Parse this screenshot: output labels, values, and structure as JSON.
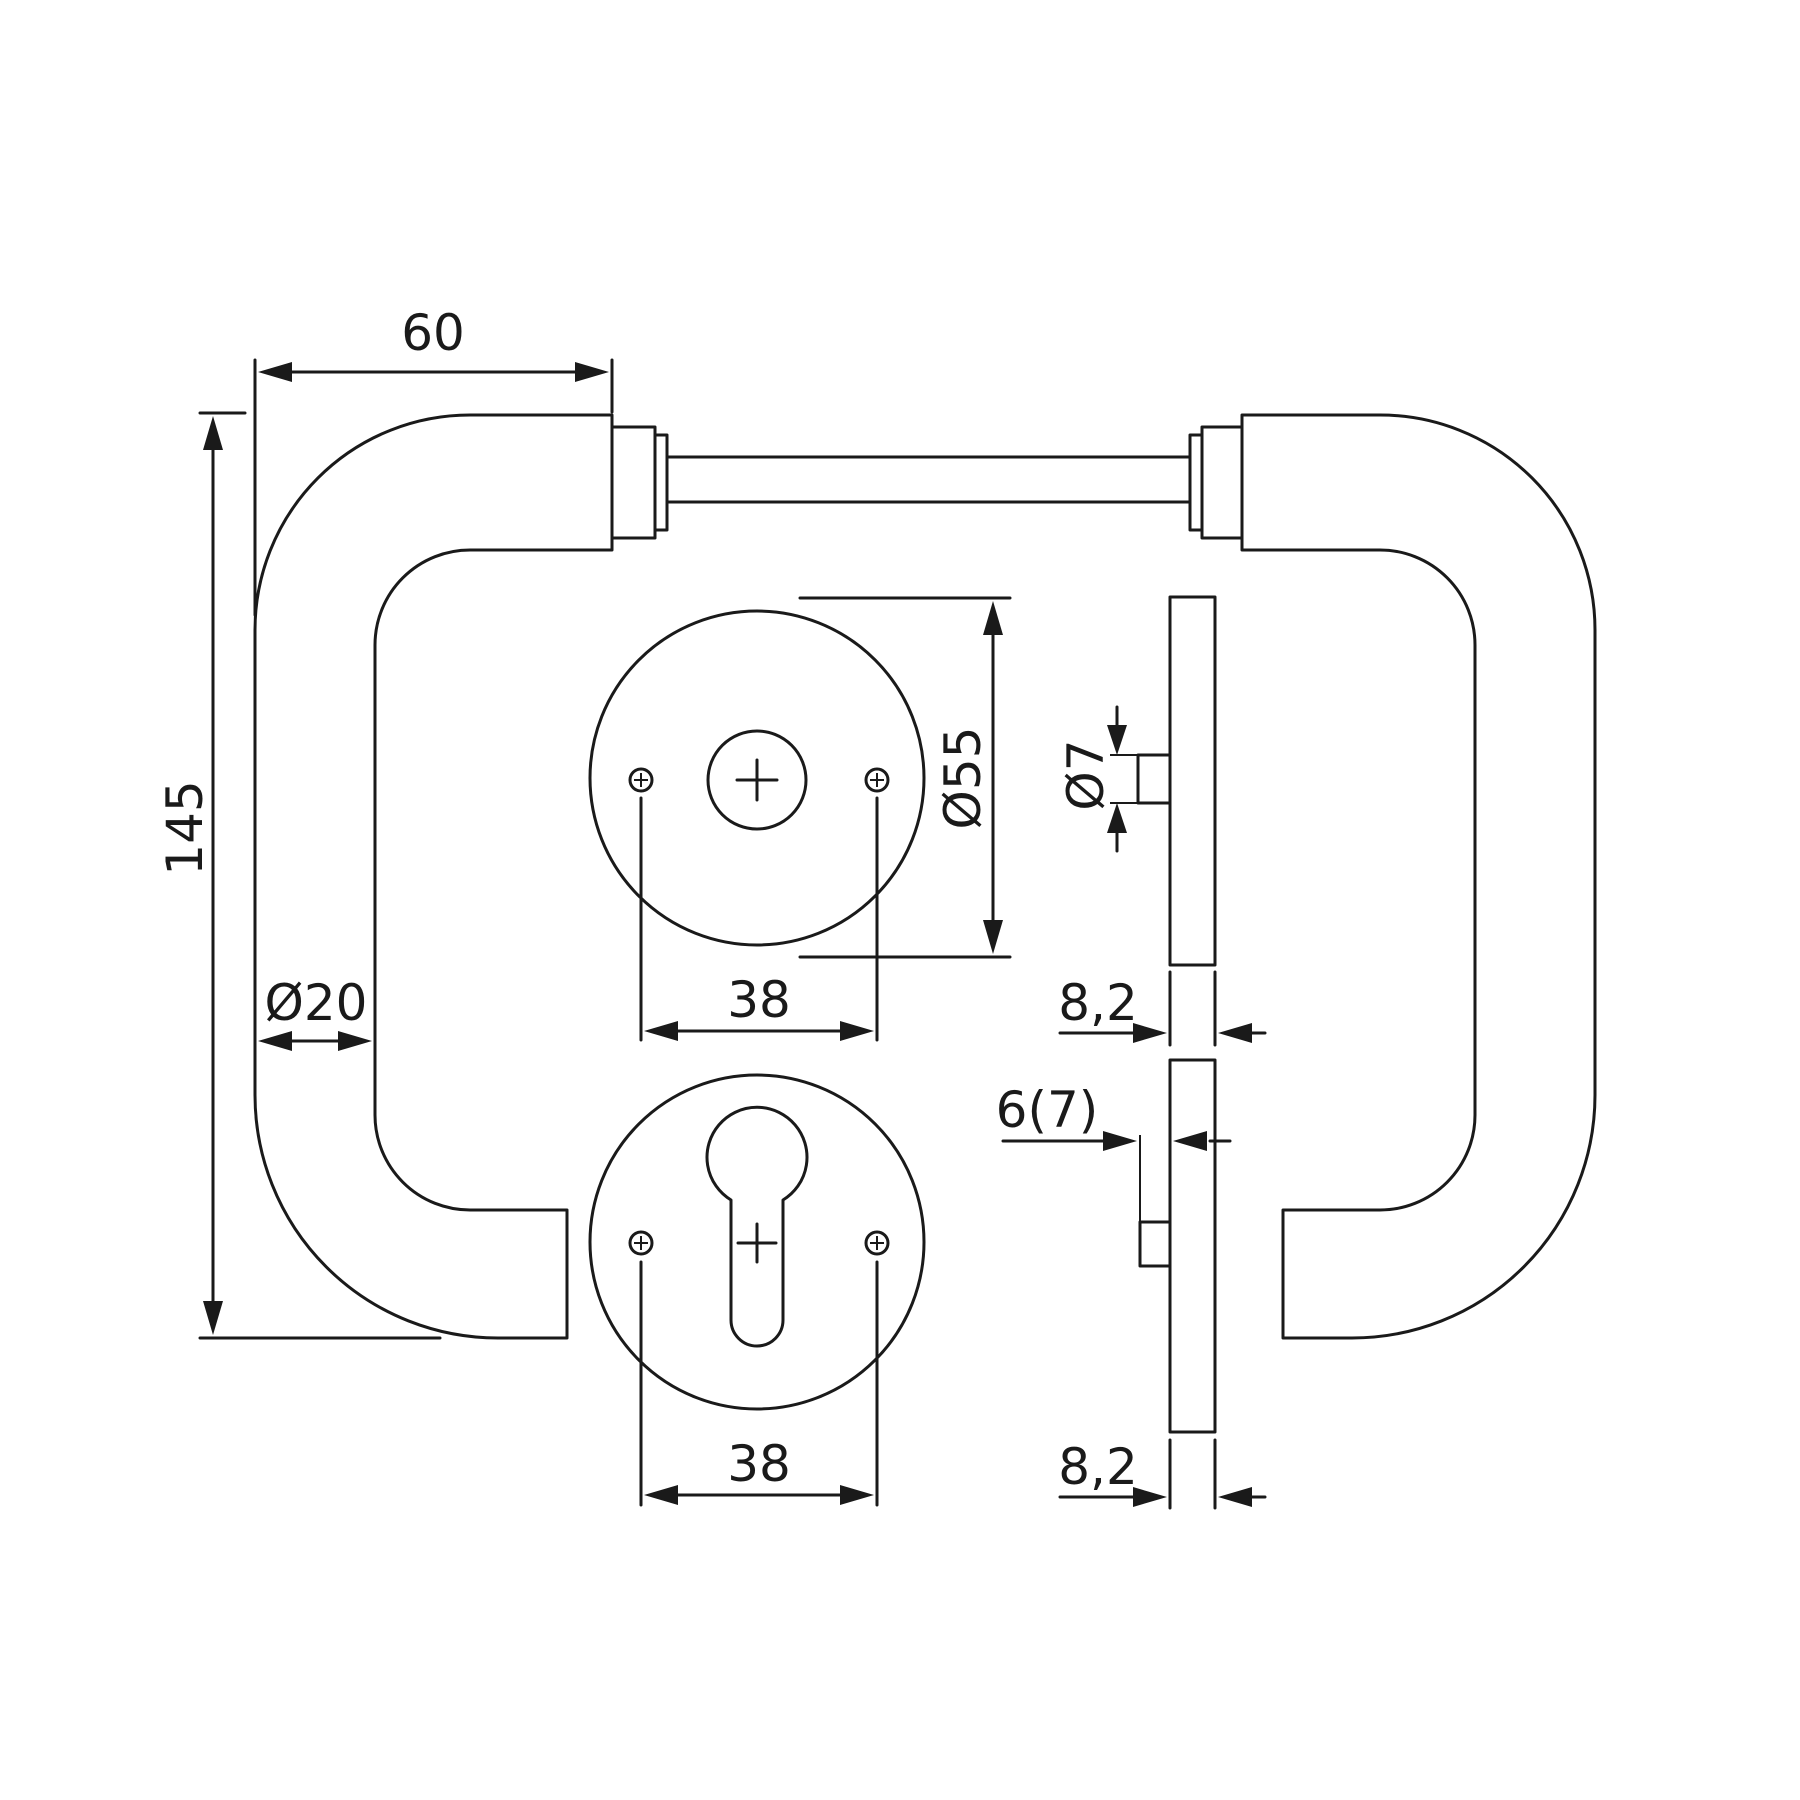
{
  "drawing": {
    "labels": {
      "width_60": "60",
      "height_145": "145",
      "bar_dia": "Ø20",
      "rose_dia": "Ø55",
      "spindle_dia": "Ø7",
      "screw_spacing_upper": "38",
      "screw_spacing_lower": "38",
      "thickness_upper": "8,2",
      "thickness_lower": "8,2",
      "pin_length": "6(7)"
    }
  }
}
